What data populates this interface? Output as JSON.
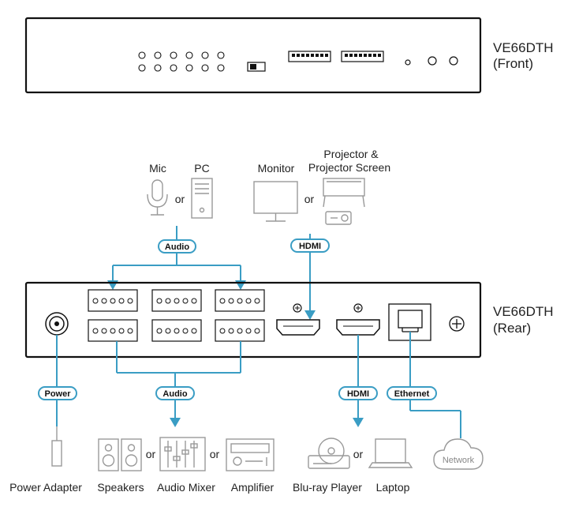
{
  "front": {
    "model": "VE66DTH",
    "side": "(Front)"
  },
  "rear": {
    "model": "VE66DTH",
    "side": "(Rear)"
  },
  "top_sources": {
    "mic": "Mic",
    "or1": "or",
    "pc": "PC",
    "monitor": "Monitor",
    "or2": "or",
    "projector_line1": "Projector &",
    "projector_line2": "Projector Screen"
  },
  "connection_tags": {
    "audio_top": "Audio",
    "hdmi_top": "HDMI",
    "power": "Power",
    "audio_bottom": "Audio",
    "hdmi_bottom": "HDMI",
    "ethernet": "Ethernet"
  },
  "bottom_devices": {
    "power_adapter": "Power Adapter",
    "speakers": "Speakers",
    "or3": "or",
    "audio_mixer": "Audio Mixer",
    "or4": "or",
    "amplifier": "Amplifier",
    "bluray": "Blu-ray Player",
    "or5": "or",
    "laptop": "Laptop",
    "network": "Network"
  },
  "colors": {
    "connection": "#3a9dc4",
    "device_outline": "#111111",
    "peripheral_outline": "#999999"
  }
}
